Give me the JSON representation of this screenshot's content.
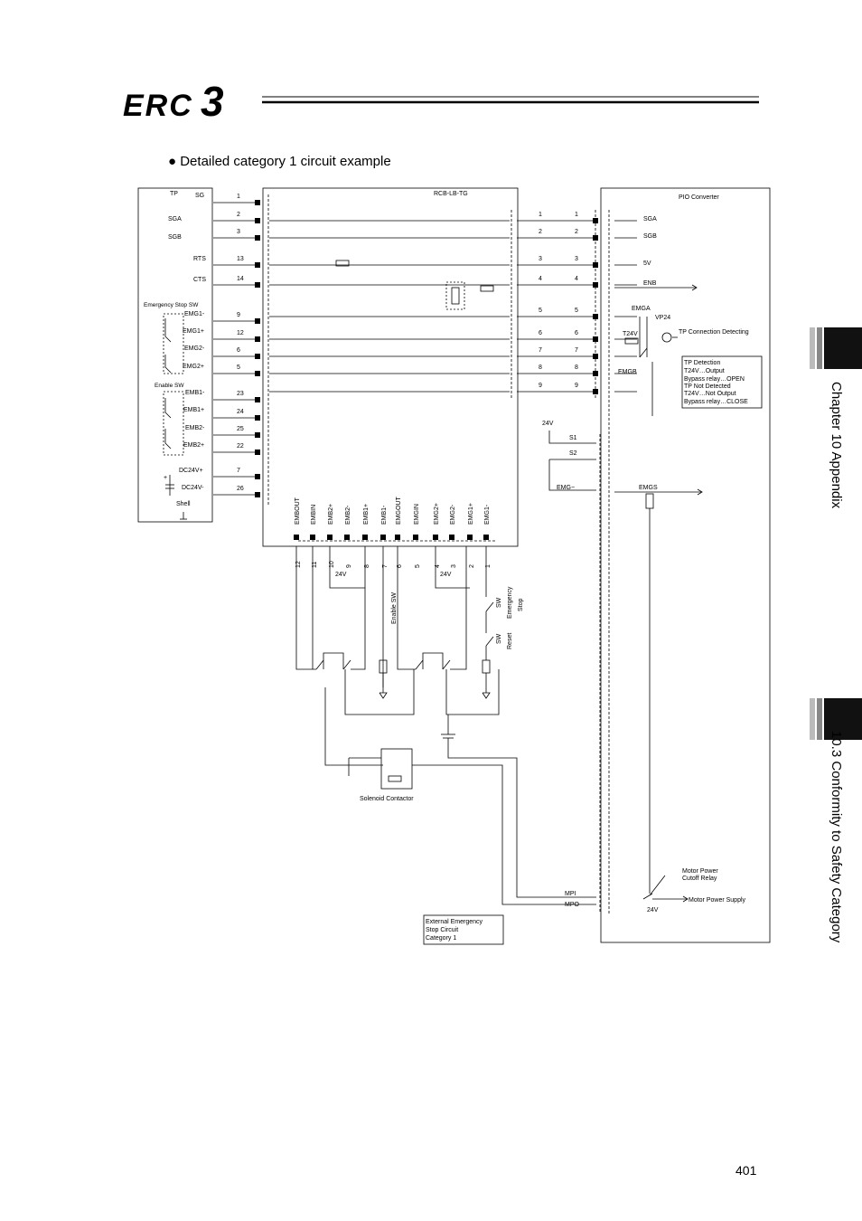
{
  "header": {
    "logo_text": "ERC3"
  },
  "section_title": "● Detailed category 1 circuit example",
  "side_tabs": {
    "chapter": "Chapter 10 Appendix",
    "section": "10.3 Conformity to Safety Category"
  },
  "page_number": "401",
  "diagram": {
    "tp_box": {
      "title": "TP",
      "signals": [
        "SG",
        "SGA",
        "SGB",
        "RTS",
        "CTS",
        "EMG1-",
        "EMG1+",
        "EMG2-",
        "EMG2+",
        "EMB1-",
        "EMB1+",
        "EMB2-",
        "EMB2+",
        "DC24V+",
        "DC24V-",
        "Shell"
      ],
      "pins": [
        "1",
        "2",
        "3",
        "13",
        "14",
        "9",
        "12",
        "6",
        "5",
        "23",
        "24",
        "25",
        "22",
        "7",
        "26"
      ],
      "emergency_label": "Emergency Stop SW",
      "enable_label": "Enable SW",
      "plus": "+"
    },
    "rcb": {
      "title": "RCB-LB-TG",
      "right_pins": [
        "1",
        "2",
        "3",
        "4",
        "5",
        "6",
        "7",
        "8",
        "9"
      ],
      "bottom_labels": [
        "EMBOUT",
        "EMBIN",
        "EMB2+",
        "EMB2-",
        "EMB1+",
        "EMB1-",
        "EMGOUT",
        "EMGIN",
        "EMG2+",
        "EMG2-",
        "EMG1+",
        "EMG1-"
      ],
      "bottom_pins": [
        "12",
        "11",
        "10",
        "9",
        "8",
        "7",
        "6",
        "5",
        "4",
        "3",
        "2",
        "1"
      ]
    },
    "pio": {
      "title": "PIO Converter",
      "left_pins": [
        "1",
        "2",
        "3",
        "4",
        "5",
        "6",
        "7",
        "8",
        "9"
      ],
      "signals": [
        "SGA",
        "SGB",
        "5V",
        "ENB",
        "EMGA",
        "VP24",
        "T24V",
        "EMGB",
        "24V",
        "S1",
        "S2",
        "EMG−",
        "EMGS",
        "MPI",
        "MPO"
      ],
      "tp_connection": "TP Connection Detecting",
      "detection_note": [
        "TP Detection",
        "T24V…Output",
        "Bypass relay…OPEN",
        "TP Not Detected",
        "T24V…Not Output",
        "Bypass relay…CLOSE"
      ],
      "motor_relay": [
        "Motor Power",
        "Cutoff Relay"
      ],
      "motor_supply": "Motor Power Supply",
      "v24": "24V"
    },
    "external": {
      "v24_a": "24V",
      "v24_b": "24V",
      "enable_sw": "Enable SW",
      "estop_sw": [
        "Emergency",
        "Stop",
        "SW"
      ],
      "reset_sw": [
        "Reset",
        "SW"
      ],
      "solenoid": "Solenoid Contactor",
      "ext_box": [
        "External Emergency",
        "Stop Circuit",
        "Category 1"
      ]
    }
  }
}
